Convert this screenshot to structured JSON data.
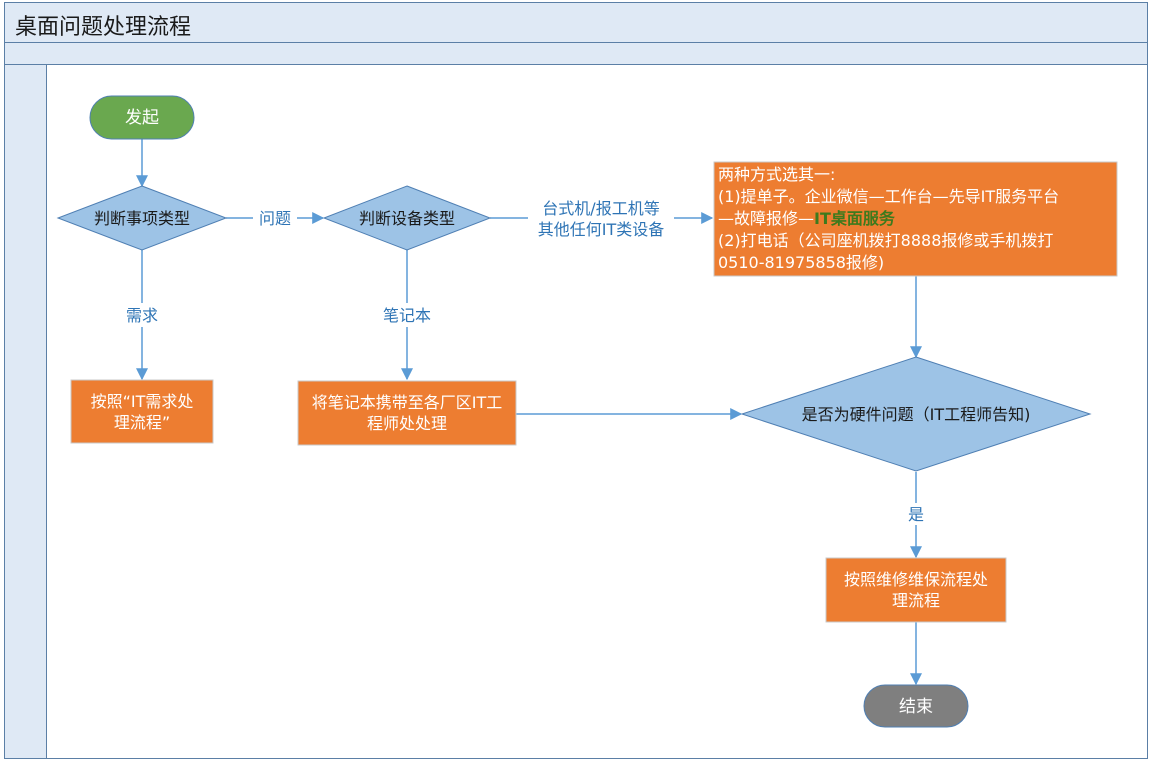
{
  "page_title": "桌面问题处理流程",
  "nodes": {
    "start": "发起",
    "judge_type": "判断事项类型",
    "judge_device": "判断设备类型",
    "need_box": [
      "按照“IT需求处",
      "理流程”"
    ],
    "laptop_box": [
      "将笔记本携带至各厂区IT工",
      "程师处处理"
    ],
    "methods": {
      "line1": "两种方式选其一:",
      "line2": "(1)提单子。企业微信—工作台—先导IT服务平台",
      "line3_prefix": "—故障报修—",
      "line3_highlight": "IT桌面服务",
      "line4": "(2)打电话（公司座机拨打8888报修或手机拨打",
      "line5": "0510-81975858报修)"
    },
    "hardware_q": "是否为硬件问题（IT工程师告知)",
    "repair_box": [
      "按照维修维保流程处",
      "理流程"
    ],
    "end": "结束"
  },
  "edges": {
    "issue": "问题",
    "need": "需求",
    "laptop": "笔记本",
    "desktop": [
      "台式机/报工机等",
      "其他任何IT类设备"
    ],
    "yes": "是"
  },
  "colors": {
    "start": "#6aa84f",
    "decision": "#9dc3e6",
    "process": "#ed7d31",
    "end": "#7f7f7f",
    "line": "#5b9bd5",
    "highlight": "#3d7a1d"
  }
}
